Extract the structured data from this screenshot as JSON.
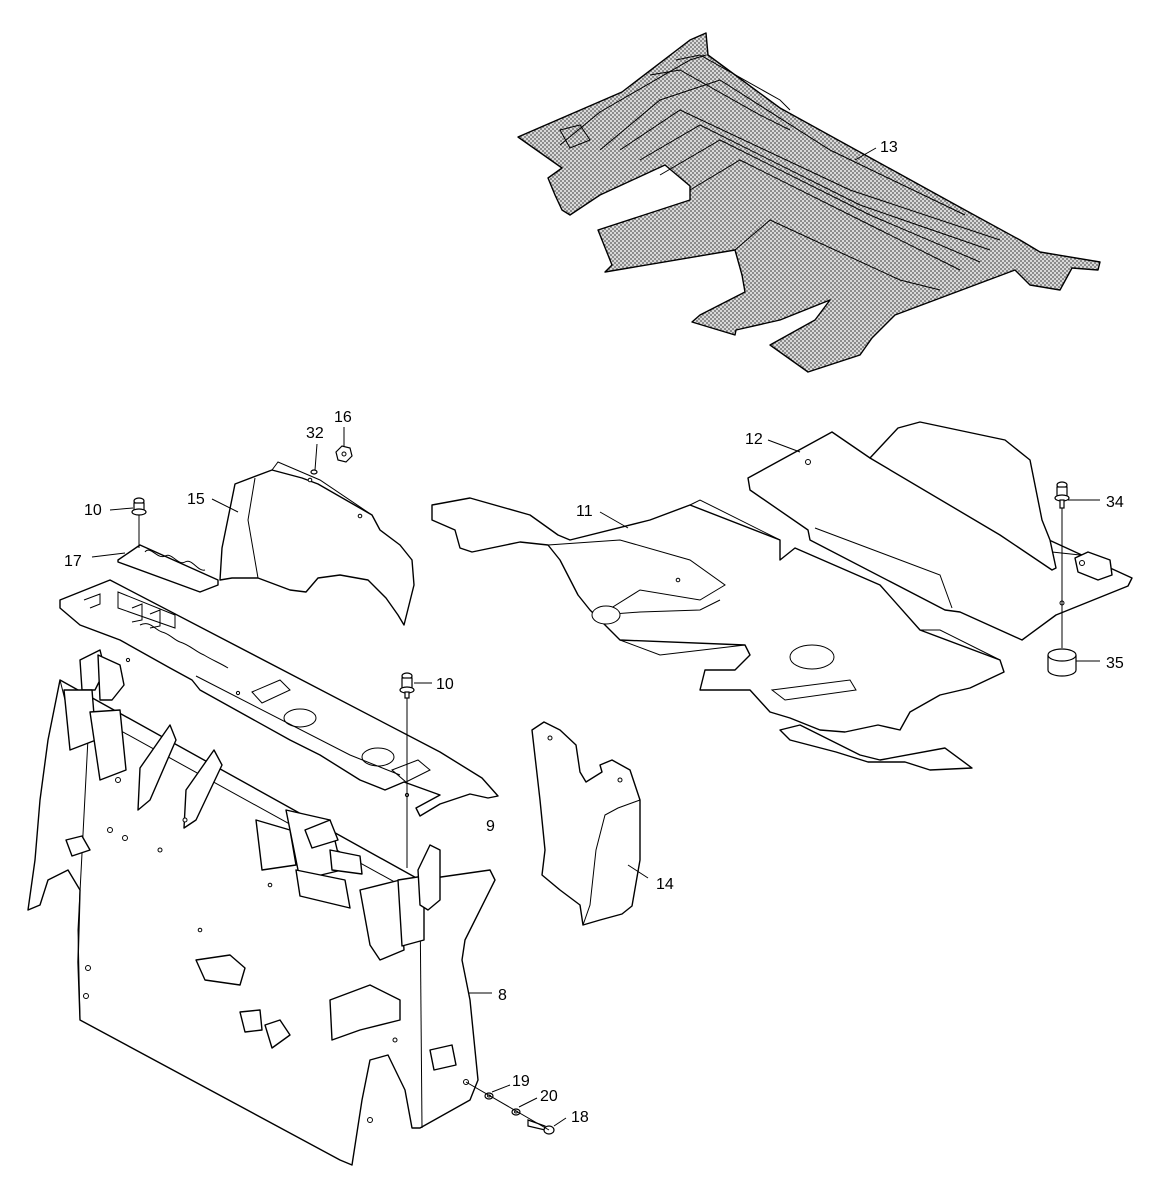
{
  "callouts": {
    "c8": "8",
    "c9": "9",
    "c10a": "10",
    "c10b": "10",
    "c11": "11",
    "c12": "12",
    "c13": "13",
    "c14": "14",
    "c15": "15",
    "c16": "16",
    "c17": "17",
    "c18": "18",
    "c19": "19",
    "c20": "20",
    "c32": "32",
    "c34": "34",
    "c35": "35"
  },
  "colors": {
    "line": "#000000",
    "background": "#ffffff",
    "mat_dots": "#555555"
  },
  "icons": {
    "bolt": "bolt-icon",
    "nut": "nut-icon",
    "washer": "washer-icon",
    "spacer": "spacer-icon"
  }
}
